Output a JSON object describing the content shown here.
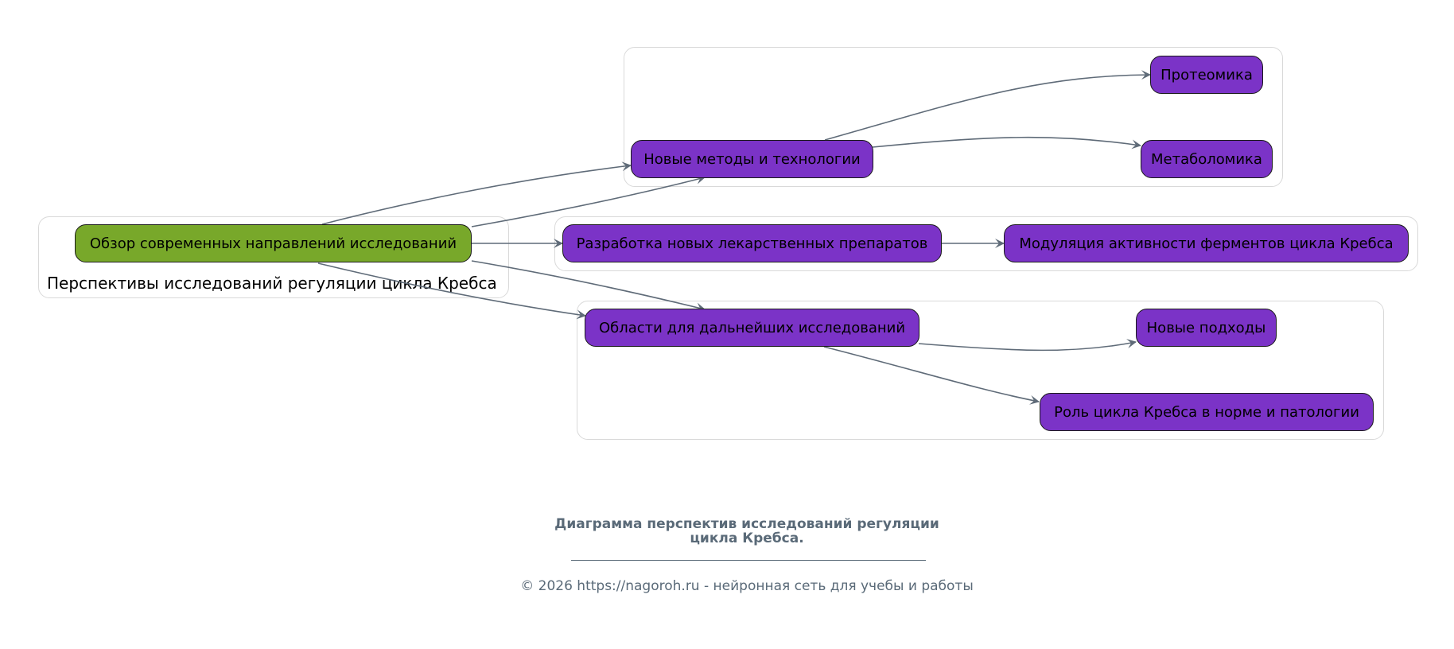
{
  "diagram": {
    "clusters": {
      "root": {
        "label": "Перспективы исследований регуляции цикла Кребса"
      }
    },
    "nodes": {
      "overview": "Обзор современных направлений исследований",
      "methods": "Новые методы и технологии",
      "proteomics": "Протеомика",
      "metabolomics": "Метаболомика",
      "drugs": "Разработка новых лекарственных препаратов",
      "modulation": "Модуляция активности ферментов цикла Кребса",
      "areas": "Области для дальнейших исследований",
      "approaches": "Новые подходы",
      "role": "Роль цикла Кребса в норме и патологии"
    },
    "colors": {
      "root_node": "#78a82a",
      "child_node": "#7b33c7",
      "edge": "#5f6b78",
      "cluster_border": "#d9d9d9"
    }
  },
  "caption": {
    "line1": "Диаграмма перспектив исследований регуляции",
    "line2": "цикла Кребса."
  },
  "footer": "© 2026 https://nagoroh.ru - нейронная сеть для учебы и работы"
}
